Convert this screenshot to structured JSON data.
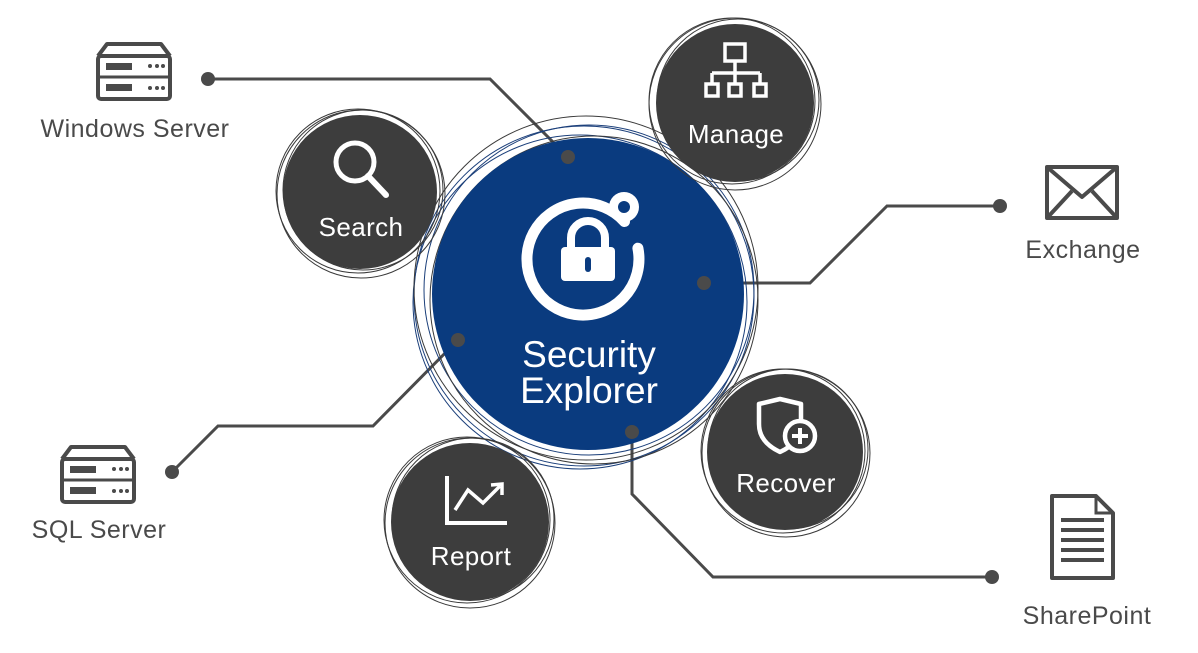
{
  "colors": {
    "hub_fill": "#0a3b7f",
    "module_fill": "#3d3d3d",
    "connector": "#4a4a4a",
    "label_text": "#4a4a4a",
    "icon_text_on_dark": "#ffffff"
  },
  "hub": {
    "title_line1": "Security",
    "title_line2": "Explorer",
    "icon": "lock-orbit-icon"
  },
  "modules": {
    "search": {
      "label": "Search",
      "icon": "magnifier-icon"
    },
    "manage": {
      "label": "Manage",
      "icon": "org-chart-icon"
    },
    "recover": {
      "label": "Recover",
      "icon": "shield-plus-icon"
    },
    "report": {
      "label": "Report",
      "icon": "chart-trend-icon"
    }
  },
  "endpoints": {
    "windows_server": {
      "label": "Windows Server",
      "icon": "server-icon"
    },
    "sql_server": {
      "label": "SQL Server",
      "icon": "server-icon"
    },
    "exchange": {
      "label": "Exchange",
      "icon": "envelope-icon"
    },
    "sharepoint": {
      "label": "SharePoint",
      "icon": "document-icon"
    }
  }
}
